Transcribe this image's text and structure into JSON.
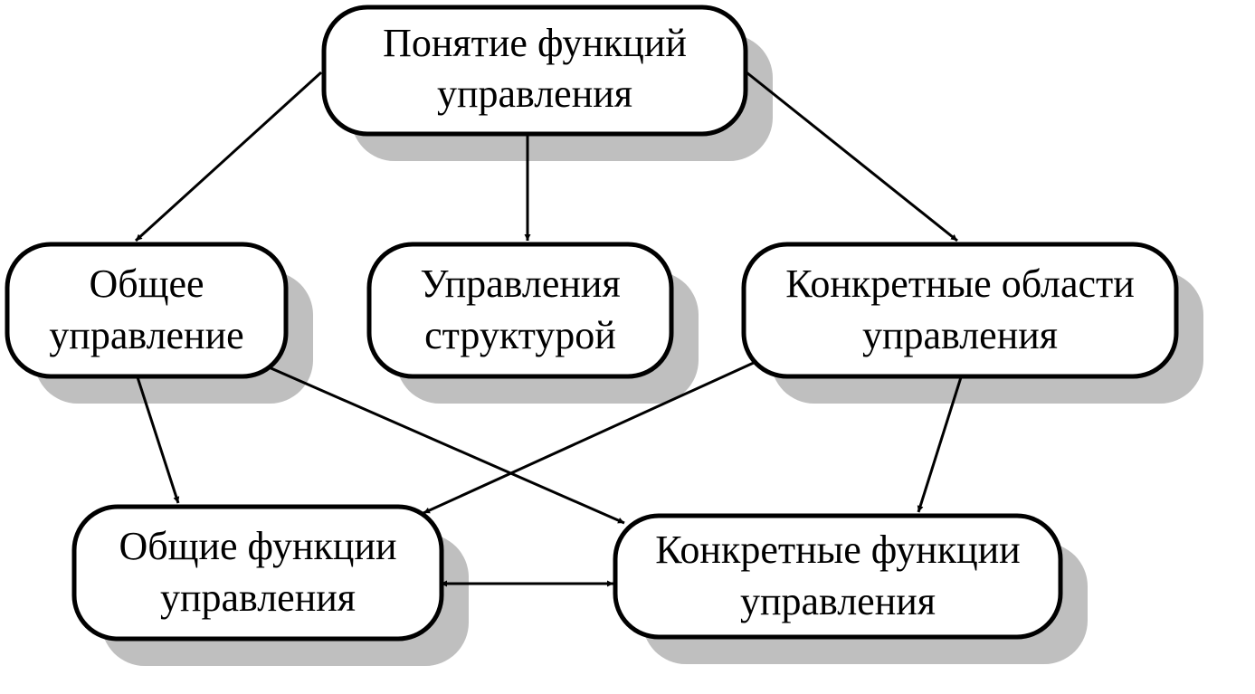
{
  "diagram": {
    "nodes": {
      "concept": {
        "lines": [
          "Понятие функций",
          "управления"
        ]
      },
      "general_management": {
        "lines": [
          "Общее",
          "управление"
        ]
      },
      "structure_management": {
        "lines": [
          "Управления",
          "структурой"
        ]
      },
      "specific_areas": {
        "lines": [
          "Конкретные области",
          "управления"
        ]
      },
      "general_functions": {
        "lines": [
          "Общие функции",
          "управления"
        ]
      },
      "specific_functions": {
        "lines": [
          "Конкретные функции",
          "управления"
        ]
      }
    },
    "edges": [
      {
        "from": "concept",
        "to": "general_management"
      },
      {
        "from": "concept",
        "to": "structure_management"
      },
      {
        "from": "concept",
        "to": "specific_areas"
      },
      {
        "from": "general_management",
        "to": "general_functions"
      },
      {
        "from": "general_management",
        "to": "specific_functions"
      },
      {
        "from": "specific_areas",
        "to": "general_functions"
      },
      {
        "from": "specific_areas",
        "to": "specific_functions"
      },
      {
        "from": "general_functions",
        "to": "specific_functions",
        "bidirectional": true
      }
    ],
    "colors": {
      "box_fill": "#ffffff",
      "box_stroke": "#000000",
      "shadow": "#bfbfbf",
      "arrow": "#000000"
    }
  }
}
